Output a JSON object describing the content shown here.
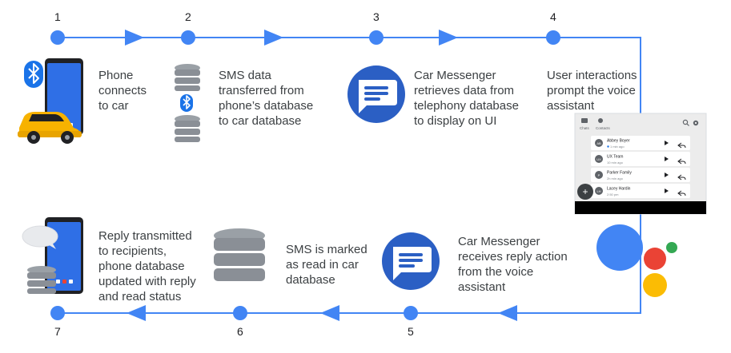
{
  "steps": [
    {
      "number": "1",
      "text": "Phone\nconnects\nto car"
    },
    {
      "number": "2",
      "text": "SMS data\ntransferred from\nphone’s database\nto car database"
    },
    {
      "number": "3",
      "text": "Car Messenger\nretrieves data from\ntelephony database\nto display on UI"
    },
    {
      "number": "4",
      "text": "User interactions\nprompt the voice\nassistant"
    },
    {
      "number": "5",
      "text": "Car Messenger\nreceives reply action\nfrom the voice\nassistant"
    },
    {
      "number": "6",
      "text": "SMS is marked\nas read in car\ndatabase"
    },
    {
      "number": "7",
      "text": "Reply transmitted\nto recipients,\nphone database\nupdated with reply\nand read status"
    }
  ],
  "car_ui": {
    "tabs": [
      "Chats",
      "Contacts"
    ],
    "conversations": [
      {
        "initials": "AB",
        "name": "Abbey Boyer",
        "time": "1 min ago"
      },
      {
        "initials": "UX",
        "name": "UX Team",
        "time": "10 min ago"
      },
      {
        "initials": "P",
        "name": "Parker Family",
        "time": "2h min ago"
      },
      {
        "initials": "LH",
        "name": "Lacey Hardin",
        "time": "2:50 pm"
      }
    ],
    "fab": "+"
  },
  "colors": {
    "flow": "#4285f4",
    "text": "#3c4043",
    "messenger_badge": "#2b5fc4",
    "assistant_blue": "#4285f4",
    "assistant_red": "#ea4335",
    "assistant_yellow": "#fbbc04",
    "assistant_green": "#34a853",
    "phone_screen": "#2f6fe6",
    "car_body": "#f7b200",
    "database": "#8a8f96"
  },
  "icons": [
    "bluetooth-icon",
    "phone-icon",
    "car-icon",
    "database-icon",
    "message-icon",
    "assistant-icon",
    "speech-bubble-icon"
  ]
}
